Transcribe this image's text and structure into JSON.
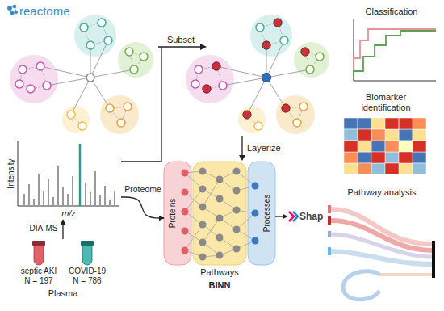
{
  "diagram": {
    "nodes": [
      {
        "text": [
          "reactome"
        ]
      },
      {
        "text": [
          "Intensity",
          "m/z"
        ]
      },
      {
        "text": [
          "Plasma"
        ]
      },
      {
        "text": [
          "septic AKI N = 197"
        ],
        "in": 2
      },
      {
        "text": [
          "COVID-19 N = 786"
        ],
        "in": 2
      },
      {
        "text": [
          "BINN"
        ]
      },
      {
        "text": [
          "Proteins"
        ],
        "in": 5
      },
      {
        "text": [
          "Pathways"
        ],
        "in": 5
      },
      {
        "text": [
          "Processes"
        ],
        "in": 5
      },
      {
        "text": [
          "Shap"
        ]
      },
      {
        "text": [
          "Classification"
        ]
      },
      {
        "text": [
          "Biomarker identification"
        ]
      },
      {
        "text": [
          "Pathway analysis"
        ]
      }
    ],
    "edges": [
      {
        "from": 2,
        "to": 1,
        "label": "DIA-MS",
        "arrow": "to"
      },
      {
        "from": 1,
        "to": 6,
        "label": "Proteome",
        "arrow": "to"
      },
      {
        "from": 5,
        "to": 9,
        "arrow": "to"
      }
    ],
    "labels": [
      "Subset",
      "Layerize"
    ]
  }
}
